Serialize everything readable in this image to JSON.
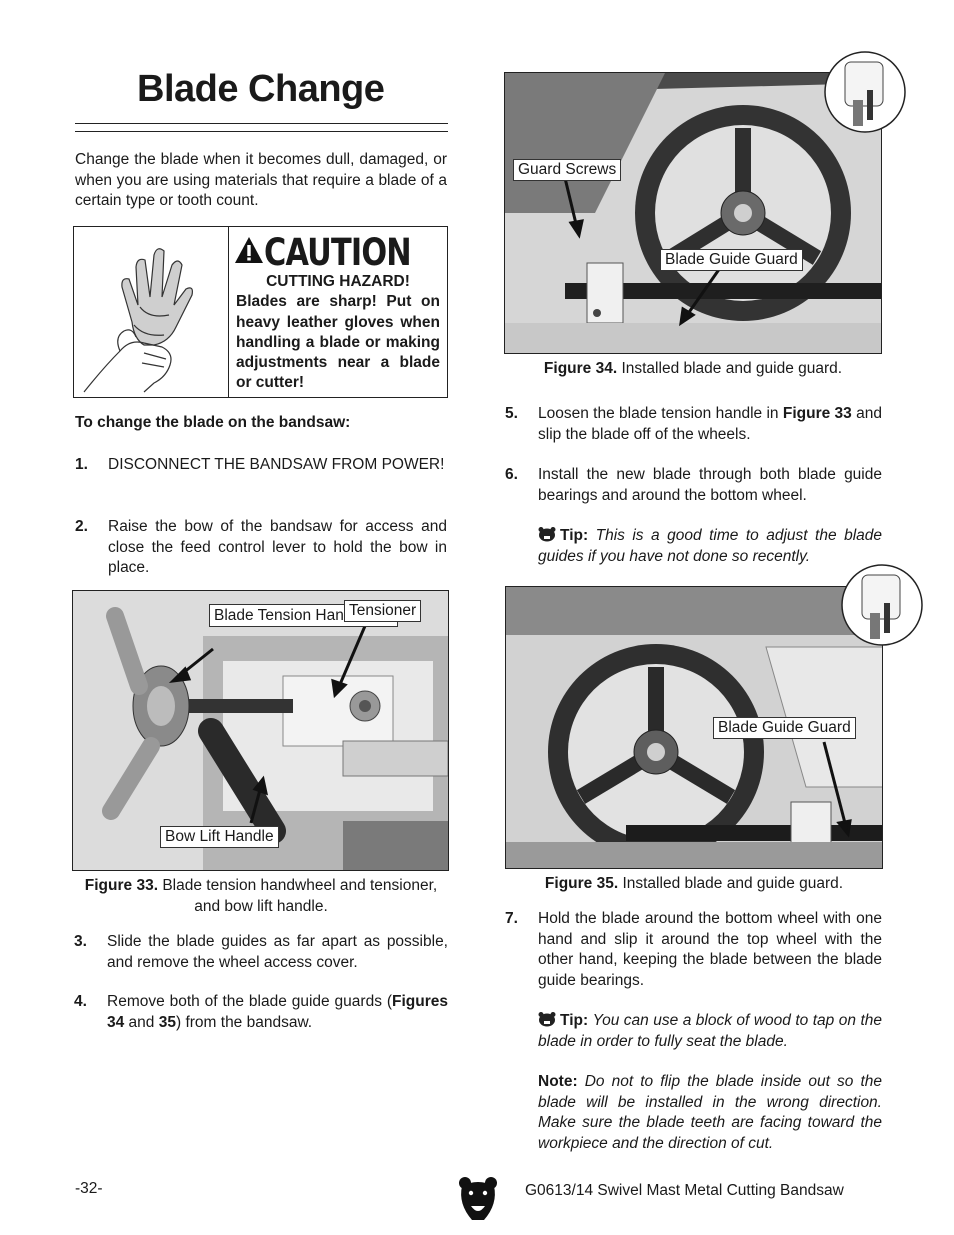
{
  "page": {
    "title": "Blade Change",
    "intro": "Change the blade when it becomes dull, damaged, or when you are using materials that require a blade of a certain type or tooth count."
  },
  "caution": {
    "heading": "CAUTION",
    "subheading": "CUTTING HAZARD!",
    "text": "Blades are sharp! Put on heavy leather gloves when handling a blade or making adjustments near a blade or cutter!"
  },
  "procedure": {
    "heading": "To change the blade on the bandsaw:",
    "steps": [
      {
        "num": "1.",
        "text": "DISCONNECT THE BANDSAW FROM POWER!"
      },
      {
        "num": "2.",
        "text": "Raise the bow of the bandsaw for access and close the feed control lever to hold the bow in place."
      },
      {
        "num": "3.",
        "text": "Slide the blade guides as far apart as possible, and remove the wheel access cover."
      },
      {
        "num": "4.",
        "pre": "Remove both of the blade guide guards (",
        "ref1": "Figures 34",
        "mid": " and ",
        "ref2": "35",
        "post": ") from the bandsaw."
      },
      {
        "num": "5.",
        "pre": "Loosen the blade tension handle in ",
        "ref": "Figure 33",
        "post": " and slip the blade off of the wheels."
      },
      {
        "num": "6.",
        "text": "Install the new blade through both blade guide bearings and around the bottom wheel."
      },
      {
        "num": "7.",
        "text": "Hold the blade around the bottom wheel with one hand and slip it around the top wheel with the other hand, keeping the blade between the blade guide bearings."
      }
    ]
  },
  "tips": [
    {
      "label": "Tip:",
      "text": "This is a good time to adjust the blade guides if you have not done so recently."
    },
    {
      "label": "Tip:",
      "text": "You can use a block of wood to tap on the blade in order to fully seat the blade."
    }
  ],
  "note": {
    "label": "Note:",
    "text": "Do not to flip the blade inside out so the blade will be installed in the wrong direction. Make sure the blade teeth are facing toward the workpiece and the direction of cut."
  },
  "figures": {
    "fig33": {
      "caption_label": "Figure 33.",
      "caption_text": "Blade tension handwheel and tensioner, and bow lift handle.",
      "callouts": [
        "Blade Tension Handwheel",
        "Tensioner",
        "Bow Lift Handle"
      ]
    },
    "fig34": {
      "caption_label": "Figure 34.",
      "caption_text": "Installed blade and guide guard.",
      "callouts": [
        "Guard Screws",
        "Blade Guide Guard"
      ]
    },
    "fig35": {
      "caption_label": "Figure 35.",
      "caption_text": "Installed blade and guide guard.",
      "callouts": [
        "Blade Guide Guard"
      ]
    }
  },
  "footer": {
    "page_number": "-32-",
    "model": "G0613/14 Swivel Mast Metal Cutting Bandsaw"
  }
}
